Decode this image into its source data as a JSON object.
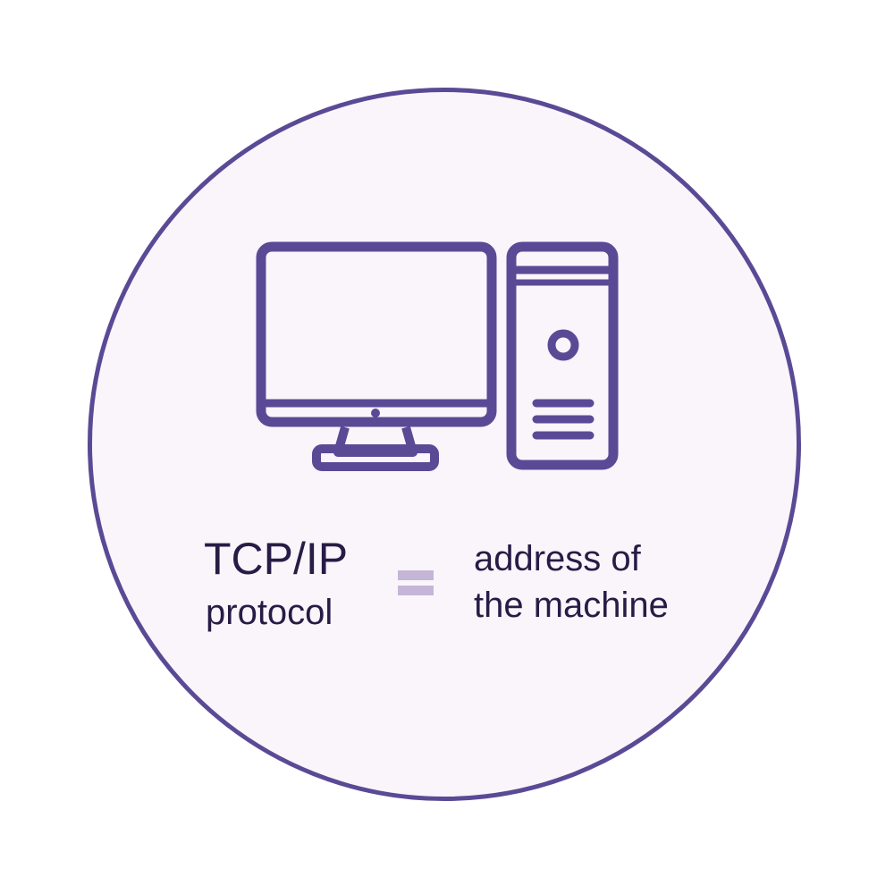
{
  "colors": {
    "circle_border": "#5a4a96",
    "circle_fill": "#faf5fa",
    "icon_stroke": "#5a4a96",
    "text": "#261c45",
    "equals": "#c5b5d6"
  },
  "icons": {
    "computer": "desktop-computer-icon",
    "equals": "equals-icon"
  },
  "diagram": {
    "left_line1": "TCP/IP",
    "left_line2": "protocol",
    "right_line1": "address of",
    "right_line2": "the machine"
  }
}
